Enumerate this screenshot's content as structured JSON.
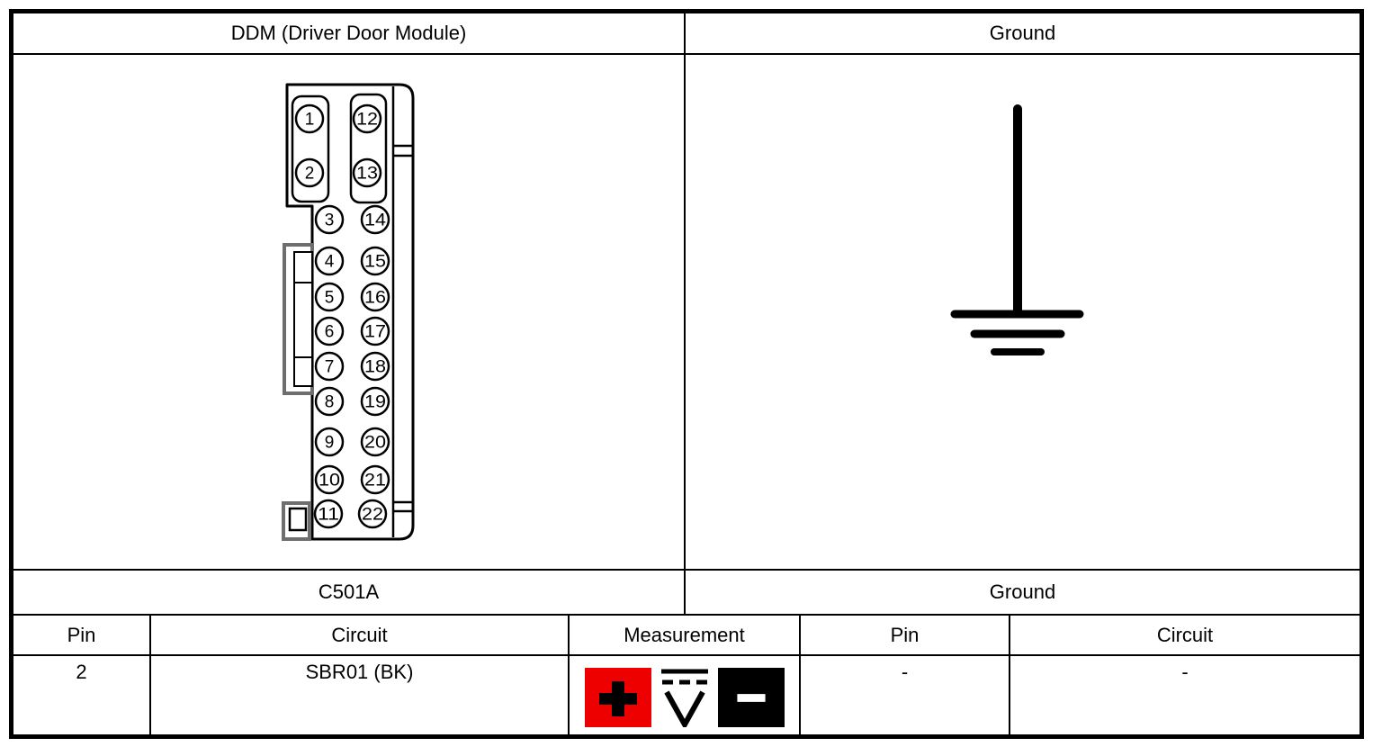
{
  "table": {
    "top_headers": {
      "left": "DDM (Driver Door Module)",
      "right": "Ground"
    },
    "connector": {
      "name": "C501A",
      "pins_left": [
        "1",
        "2",
        "3",
        "4",
        "5",
        "6",
        "7",
        "8",
        "9",
        "10",
        "11"
      ],
      "pins_right": [
        "12",
        "13",
        "14",
        "15",
        "16",
        "17",
        "18",
        "19",
        "20",
        "21",
        "22"
      ]
    },
    "ground_label": "Ground",
    "column_headers": [
      "Pin",
      "Circuit",
      "Measurement",
      "Pin",
      "Circuit"
    ],
    "rows": [
      {
        "pin": "2",
        "circuit": "SBR01 (BK)",
        "measurement": {
          "positive_lead_icon": "plus-on-red",
          "meter_icon": "dc-voltage",
          "negative_lead_icon": "minus-on-black"
        },
        "ground_pin": "-",
        "ground_circuit": "-"
      }
    ]
  },
  "icons": {
    "plus_symbol": "+",
    "minus_symbol": "−",
    "dc_volt_letter": "V",
    "ground_symbol": "earth-ground"
  },
  "colors": {
    "positive_lead_bg": "#ee0000",
    "negative_lead_bg": "#000000",
    "line_color": "#000000",
    "protrusion_gray": "#6e6e6e"
  }
}
